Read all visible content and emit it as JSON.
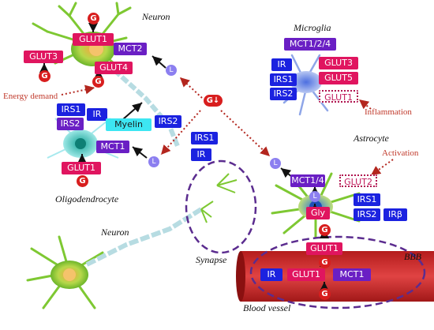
{
  "titles": {
    "neuron_top": "Neuron",
    "microglia": "Microglia",
    "astrocyte": "Astrocyte",
    "oligodendrocyte": "Oligodendrocyte",
    "neuron_bottom": "Neuron",
    "synapse": "Synapse",
    "bbb": "BBB",
    "blood_vessel": "Blood vessel"
  },
  "notes": {
    "energy_demand": "Energy demand",
    "inflammation": "Inflammation",
    "activation": "Activation"
  },
  "labels": {
    "glut1_neuron": "GLUT1",
    "glut3_neuron": "GLUT3",
    "glut4_neuron": "GLUT4",
    "mct2_neuron": "MCT2",
    "irs1_oligo": "IRS1",
    "ir_oligo": "IR",
    "irs2_oligo": "IRS2",
    "myelin": "Myelin",
    "irs2_mid": "IRS2",
    "mct1_oligo": "MCT1",
    "glut1_oligo": "GLUT1",
    "irs1_center": "IRS1",
    "ir_center": "IR",
    "mct124_microglia": "MCT1/2/4",
    "ir_microglia": "IR",
    "glut3_microglia": "GLUT3",
    "irs1_microglia": "IRS1",
    "glut5_microglia": "GLUT5",
    "irs2_microglia": "IRS2",
    "glut1_microglia": "GLUT1",
    "mct14_astro": "MCT1/4",
    "glut2_astro": "GLUT2",
    "irs1_astro": "IRS1",
    "gly_astro": "Gly",
    "irs2_astro": "IRS2",
    "irb_astro": "IRβ",
    "glut1_endfoot": "GLUT1",
    "ir_vessel": "IR",
    "glut1_vessel": "GLUT1",
    "mct1_vessel": "MCT1"
  },
  "symbols": {
    "glucose": "G",
    "lactate": "L",
    "glucose_down": "G↓"
  },
  "colors": {
    "receptor_blue": "#1b22e0",
    "transporter_pink": "#e0155f",
    "mct_purple": "#6a1fc4",
    "myelin_cyan": "#3de6f2",
    "glucose_red": "#d81e1e",
    "lactate_violet": "#8c7ff0",
    "annotation_red": "#c0392b",
    "boundary_purple": "#5b2c8f",
    "neuron_green": "#7ec832",
    "vessel_red": "#c82424"
  }
}
